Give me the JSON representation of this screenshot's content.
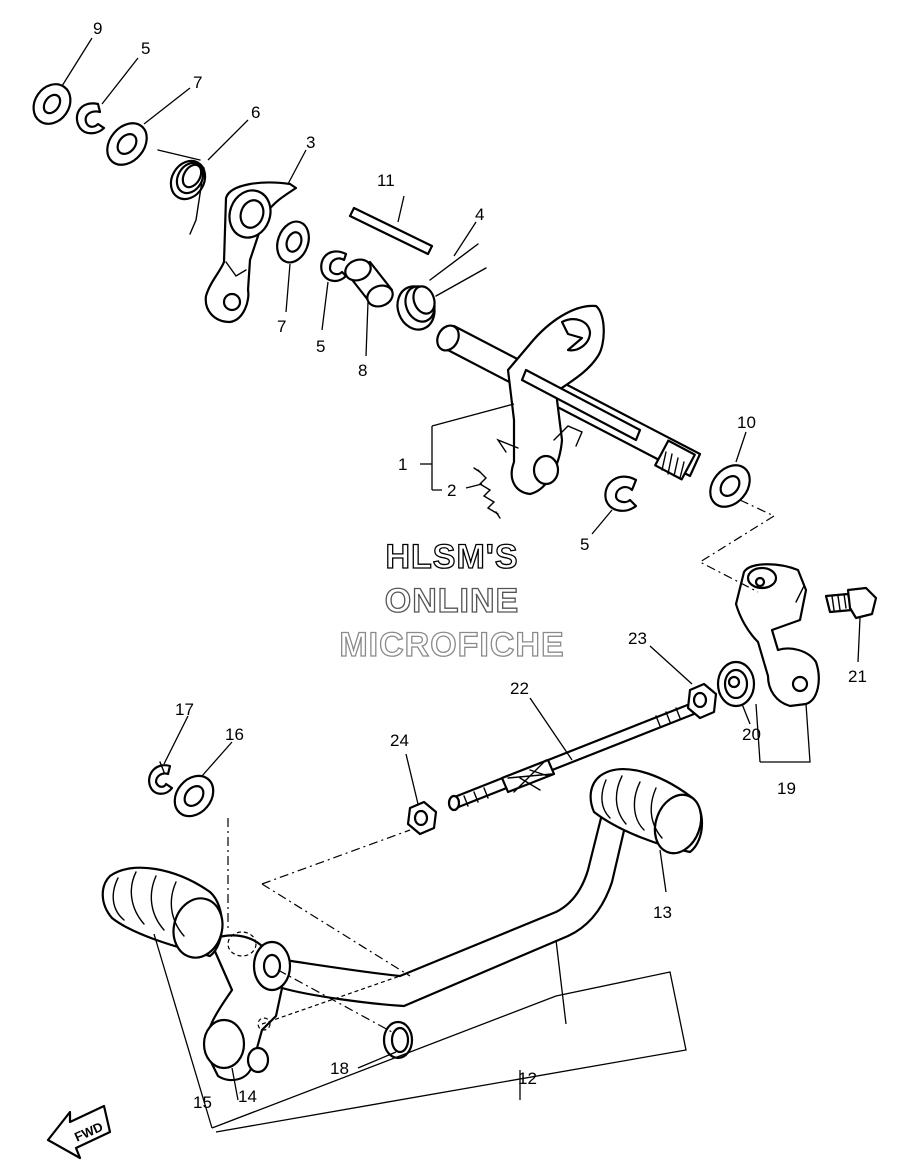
{
  "watermark": {
    "line1": "HLSM'S",
    "line2": "ONLINE",
    "line3": "MICROFICHE",
    "colors": [
      "#000000",
      "#555555",
      "#8a8a8a"
    ]
  },
  "direction_arrow": {
    "label": "FWD",
    "icon": "fwd-arrow-icon"
  },
  "callouts": {
    "c1": "1",
    "c2": "2",
    "c3": "3",
    "c4": "4",
    "c5a": "5",
    "c5b": "5",
    "c5c": "5",
    "c6": "6",
    "c7a": "7",
    "c7b": "7",
    "c8": "8",
    "c9": "9",
    "c10": "10",
    "c11": "11",
    "c12": "12",
    "c13": "13",
    "c14": "14",
    "c15": "15",
    "c16": "16",
    "c17": "17",
    "c18": "18",
    "c19": "19",
    "c20": "20",
    "c21": "21",
    "c22": "22",
    "c23": "23",
    "c24": "24"
  }
}
